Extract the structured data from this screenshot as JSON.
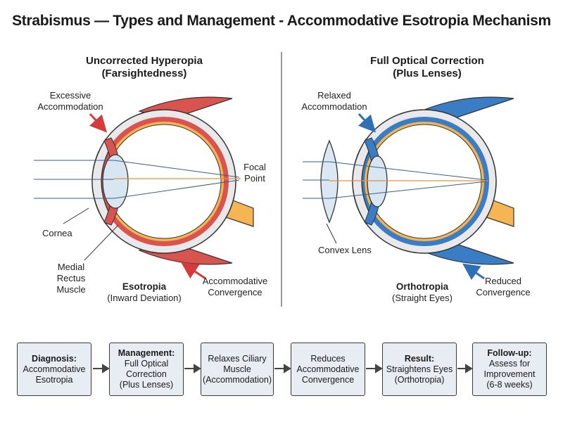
{
  "title": "Strabismus — Types and Management - Accommodative Esotropia Mechanism",
  "left": {
    "title_line1": "Uncorrected Hyperopia",
    "title_line2": "(Farsightedness)",
    "label_accommodation_1": "Excessive",
    "label_accommodation_2": "Accommodation",
    "label_focal_1": "Focal",
    "label_focal_2": "Point",
    "label_cornea": "Cornea",
    "label_muscle_1": "Medial",
    "label_muscle_2": "Rectus",
    "label_muscle_3": "Muscle",
    "state_title": "Esotropia",
    "state_sub": "(Inward Deviation)",
    "label_convergence_1": "Accommodative",
    "label_convergence_2": "Convergence",
    "accent": "#d43b3b"
  },
  "right": {
    "title_line1": "Full Optical Correction",
    "title_line2": "(Plus Lenses)",
    "label_accommodation_1": "Relaxed",
    "label_accommodation_2": "Accommodation",
    "label_lens": "Convex Lens",
    "state_title": "Orthotropia",
    "state_sub": "(Straight Eyes)",
    "label_convergence_1": "Reduced",
    "label_convergence_2": "Convergence",
    "accent": "#2f6fb5"
  },
  "flow": [
    {
      "title": "Diagnosis:",
      "lines": [
        "Accommodative",
        "Esotropia"
      ]
    },
    {
      "title": "Management:",
      "lines": [
        "Full Optical",
        "Correction",
        "(Plus Lenses)"
      ]
    },
    {
      "title": "",
      "lines": [
        "Relaxes Ciliary",
        "Muscle",
        "(Accommodation)"
      ]
    },
    {
      "title": "",
      "lines": [
        "Reduces",
        "Accommodative",
        "Convergence"
      ]
    },
    {
      "title": "Result:",
      "lines": [
        "Straightens Eyes",
        "(Orthotropia)"
      ]
    },
    {
      "title": "Follow-up:",
      "lines": [
        "Assess for",
        "Improvement",
        "(6-8 weeks)"
      ]
    }
  ]
}
